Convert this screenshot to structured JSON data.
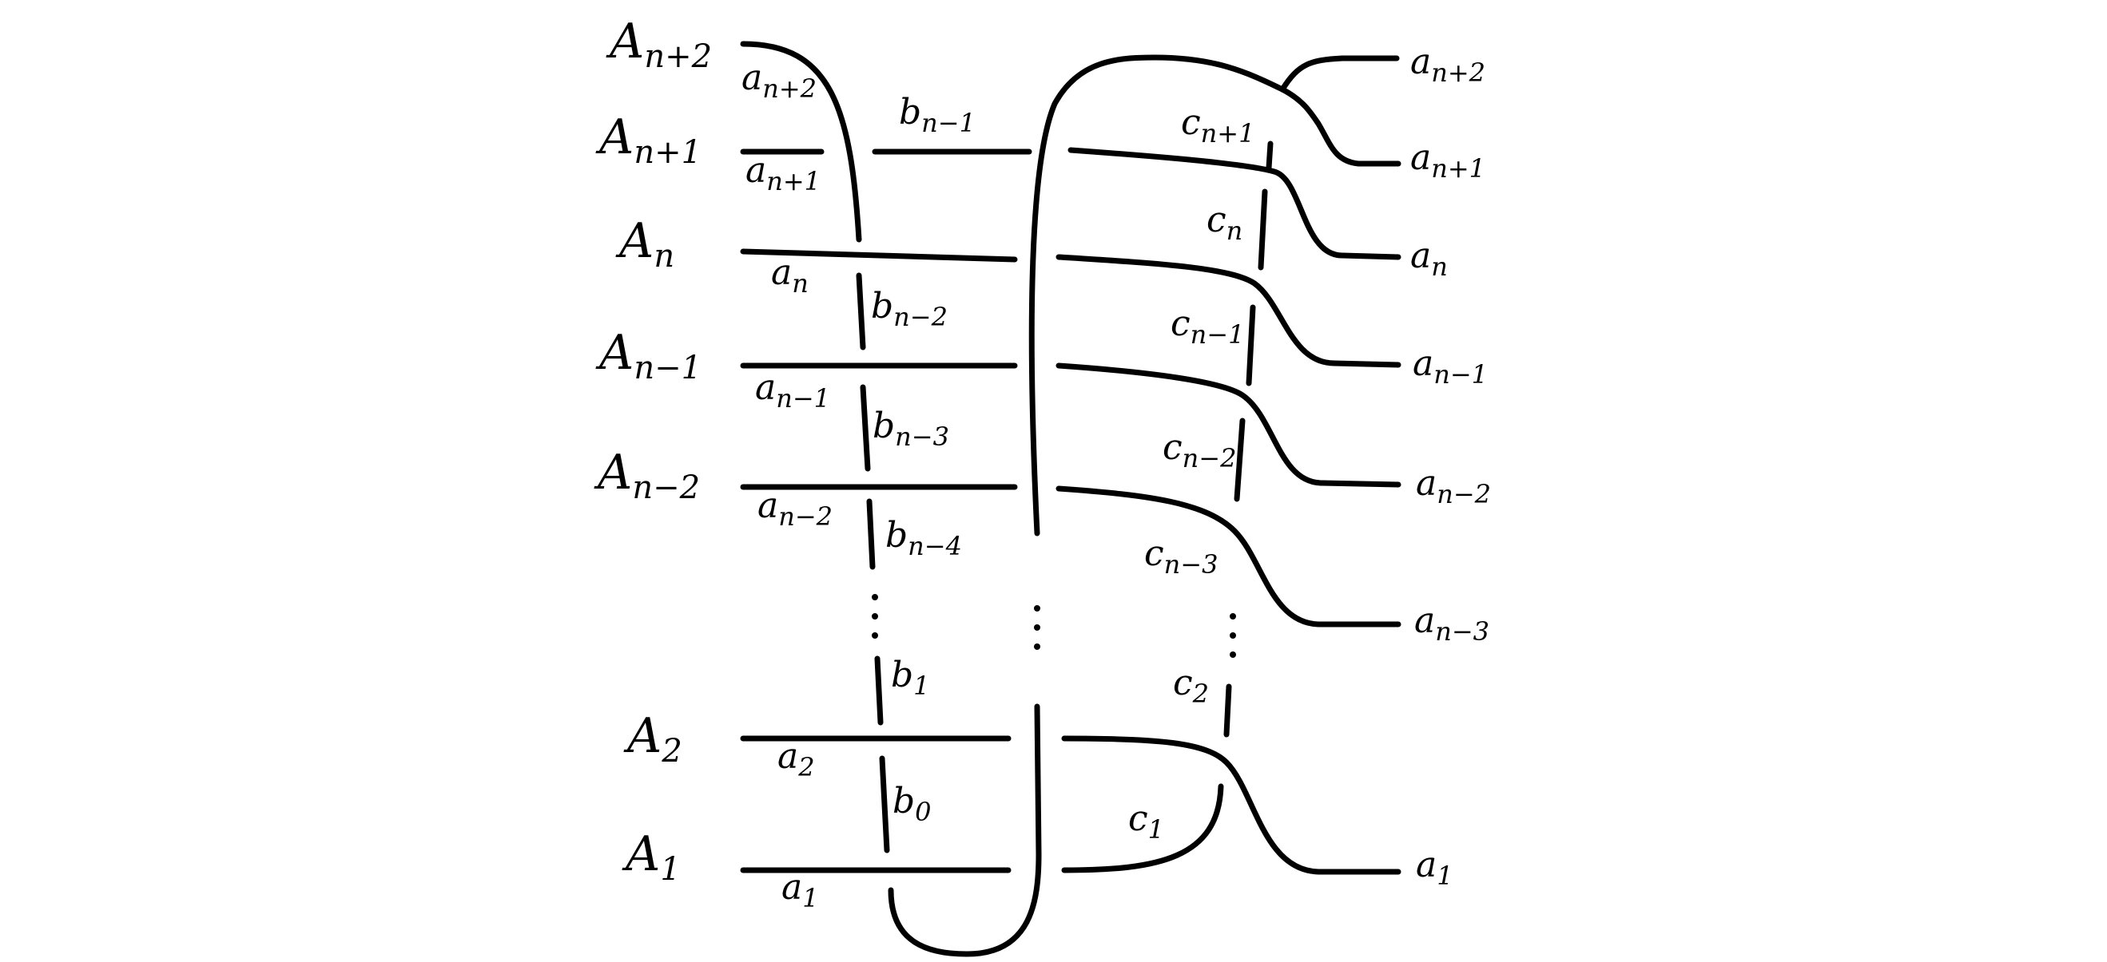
{
  "left_labels": {
    "A_n2": {
      "base": "A",
      "sub": "n+2"
    },
    "A_n1": {
      "base": "A",
      "sub": "n+1"
    },
    "A_n": {
      "base": "A",
      "sub": "n"
    },
    "A_nm1": {
      "base": "A",
      "sub": "n−1"
    },
    "A_nm2": {
      "base": "A",
      "sub": "n−2"
    },
    "A_2": {
      "base": "A",
      "sub": "2"
    },
    "A_1": {
      "base": "A",
      "sub": "1"
    }
  },
  "arc_labels": {
    "a_n2": {
      "base": "a",
      "sub": "n+2"
    },
    "a_n1": {
      "base": "a",
      "sub": "n+1"
    },
    "a_n": {
      "base": "a",
      "sub": "n"
    },
    "a_nm1": {
      "base": "a",
      "sub": "n−1"
    },
    "a_nm2": {
      "base": "a",
      "sub": "n−2"
    },
    "a_2": {
      "base": "a",
      "sub": "2"
    },
    "a_1": {
      "base": "a",
      "sub": "1"
    },
    "b_nm1": {
      "base": "b",
      "sub": "n−1"
    },
    "b_nm2": {
      "base": "b",
      "sub": "n−2"
    },
    "b_nm3": {
      "base": "b",
      "sub": "n−3"
    },
    "b_nm4": {
      "base": "b",
      "sub": "n−4"
    },
    "b_1": {
      "base": "b",
      "sub": "1"
    },
    "b_0": {
      "base": "b",
      "sub": "0"
    },
    "c_n1": {
      "base": "c",
      "sub": "n+1"
    },
    "c_n": {
      "base": "c",
      "sub": "n"
    },
    "c_nm1": {
      "base": "c",
      "sub": "n−1"
    },
    "c_nm2": {
      "base": "c",
      "sub": "n−2"
    },
    "c_nm3": {
      "base": "c",
      "sub": "n−3"
    },
    "c_2": {
      "base": "c",
      "sub": "2"
    },
    "c_1": {
      "base": "c",
      "sub": "1"
    }
  },
  "right_labels": {
    "r_n2": {
      "base": "a",
      "sub": "n+2"
    },
    "r_n1": {
      "base": "a",
      "sub": "n+1"
    },
    "r_n": {
      "base": "a",
      "sub": "n"
    },
    "r_nm1": {
      "base": "a",
      "sub": "n−1"
    },
    "r_nm2": {
      "base": "a",
      "sub": "n−2"
    },
    "r_nm3": {
      "base": "a",
      "sub": "n−3"
    },
    "r_1": {
      "base": "a",
      "sub": "1"
    }
  },
  "ellipsis": "⋮"
}
